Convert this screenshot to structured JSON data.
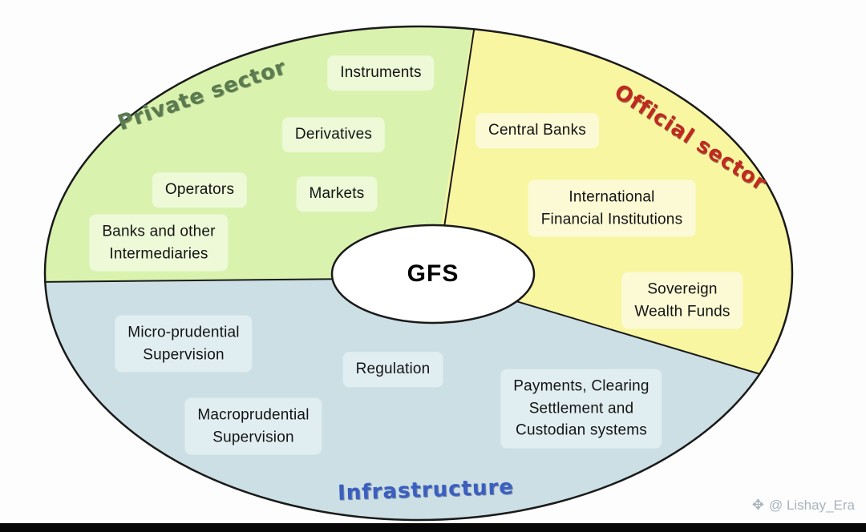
{
  "diagram": {
    "center_label": "GFS",
    "sectors": [
      {
        "name": "Private sector",
        "color": "#d9f2ae",
        "title_color": "#5a7a50",
        "items": {
          "instruments": "Instruments",
          "derivatives": "Derivatives",
          "operators": "Operators",
          "markets": "Markets",
          "banks": "Banks and other\nIntermediaries"
        }
      },
      {
        "name": "Official sector",
        "color": "#f9f6a2",
        "title_color": "#c2281e",
        "items": {
          "central_banks": "Central Banks",
          "ifi": "International\nFinancial Institutions",
          "swf": "Sovereign\nWealth Funds"
        }
      },
      {
        "name": "Infrastructure",
        "color": "#cbdfe4",
        "title_color": "#3a5fc0",
        "items": {
          "micro": "Micro-prudential\nSupervision",
          "regulation": "Regulation",
          "macro": "Macroprudential\nSupervision",
          "payments": "Payments, Clearing\nSettlement and\nCustodian systems"
        }
      }
    ],
    "watermark": {
      "icon": "✥",
      "text": "@ Lishay_Era"
    }
  }
}
